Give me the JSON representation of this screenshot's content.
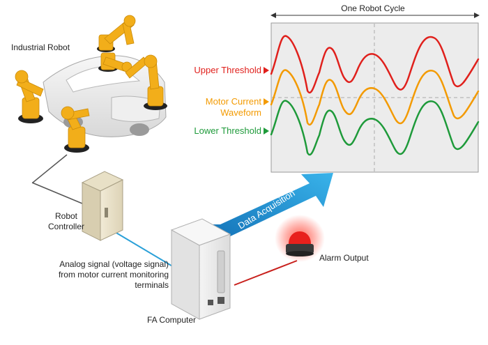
{
  "cycle_label": "One Robot Cycle",
  "robot_label": "Industrial Robot",
  "controller_label": [
    "Robot",
    "Controller"
  ],
  "signal_label": [
    "Analog signal (voltage signal)",
    "from motor current monitoring",
    "terminals"
  ],
  "computer_label": "FA Computer",
  "alarm_label": "Alarm Output",
  "arrow_label": "Data Acquisition",
  "upper_label": "Upper Threshold",
  "motor_label": [
    "Motor Current",
    "Waveform"
  ],
  "lower_label": "Lower Threshold",
  "colors": {
    "upper": "#e0201c",
    "motor": "#f39a00",
    "lower": "#1e9a3a",
    "signal_cable": "#2aa0d8",
    "alarm_cable": "#c8201c",
    "arrow": "#1e86c8",
    "robot": "#f2ae1a"
  }
}
